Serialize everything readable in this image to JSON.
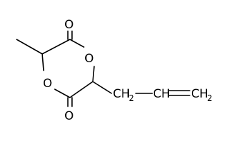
{
  "molecule": {
    "atoms": {
      "O_top": "O",
      "O_ring_top": "O",
      "O_ring_bottom": "O",
      "O_bottom": "O",
      "CH2_left": "CH",
      "CH2_left_sub": "2",
      "CH_mid": "CH",
      "CH2_right": "CH",
      "CH2_right_sub": "2"
    }
  }
}
